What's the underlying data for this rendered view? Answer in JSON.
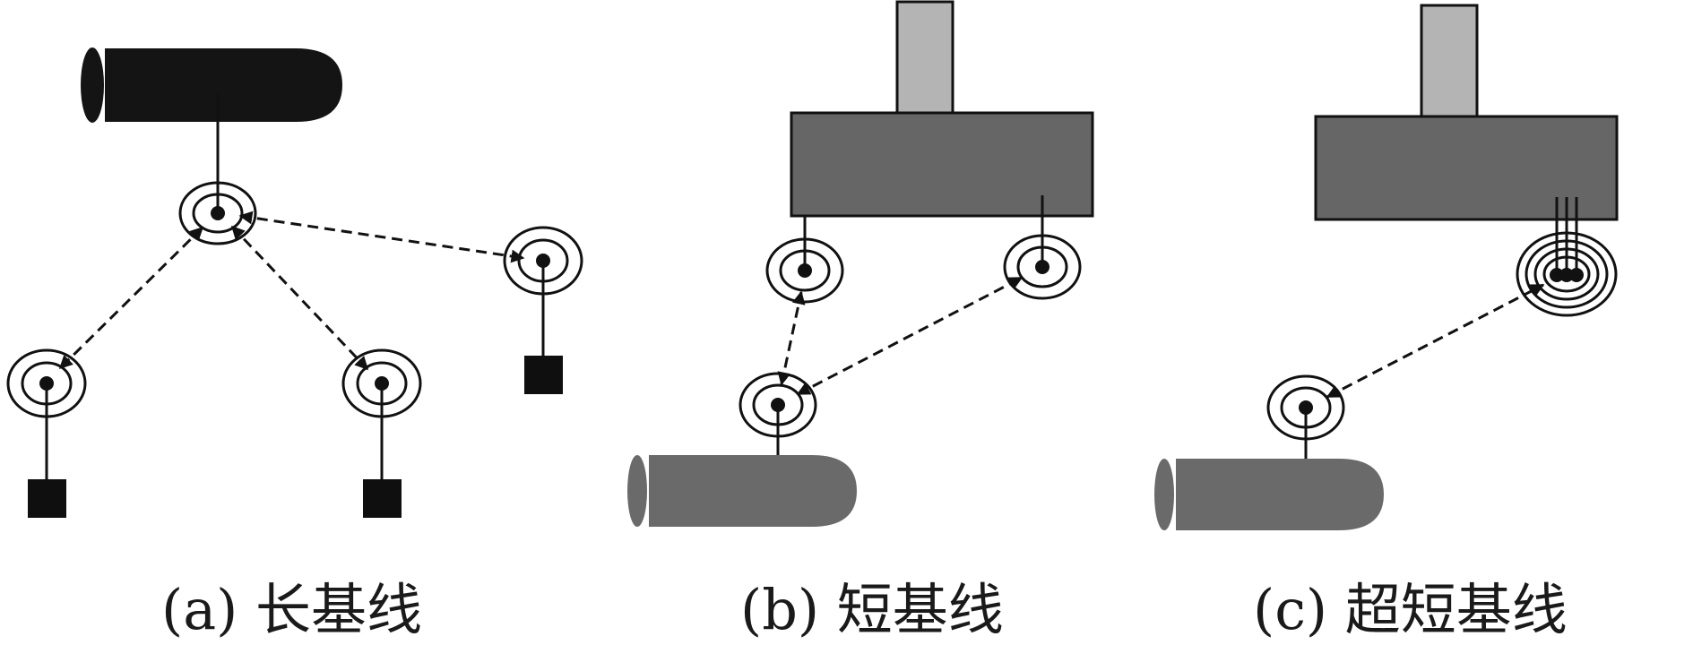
{
  "captions": {
    "a": "(a) 长基线",
    "b": "(b) 短基线",
    "c": "(c) 超短基线"
  },
  "colors": {
    "dark_vehicle": "#141414",
    "grey_vehicle": "#6a6a6a",
    "ship_hull": "#666666",
    "ship_mast": "#b4b4b4",
    "line": "#111111",
    "anchor": "#0f0f0f"
  }
}
